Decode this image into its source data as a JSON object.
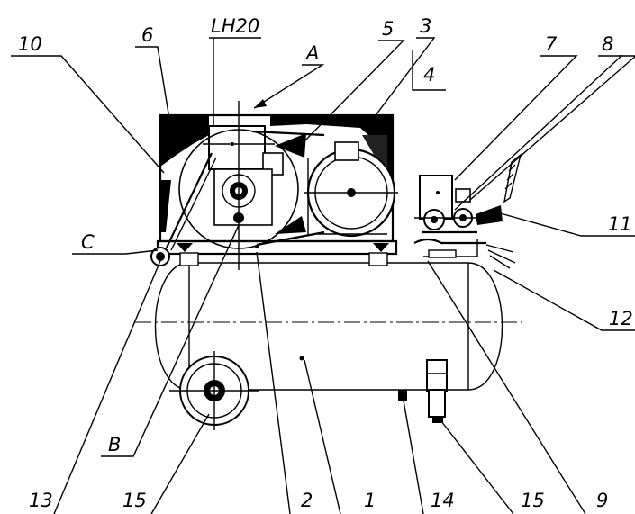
{
  "drawing": {
    "labels": {
      "l10": "10",
      "l6": "6",
      "lh20": "LH20",
      "l5": "5",
      "l3": "3",
      "l4": "4",
      "l7": "7",
      "l8": "8",
      "lA": "A",
      "lC": "C",
      "l11": "11",
      "l12": "12",
      "lB": "B",
      "l13": "13",
      "l15a": "15",
      "l2": "2",
      "l1": "1",
      "l14": "14",
      "l15b": "15",
      "l9": "9"
    }
  }
}
